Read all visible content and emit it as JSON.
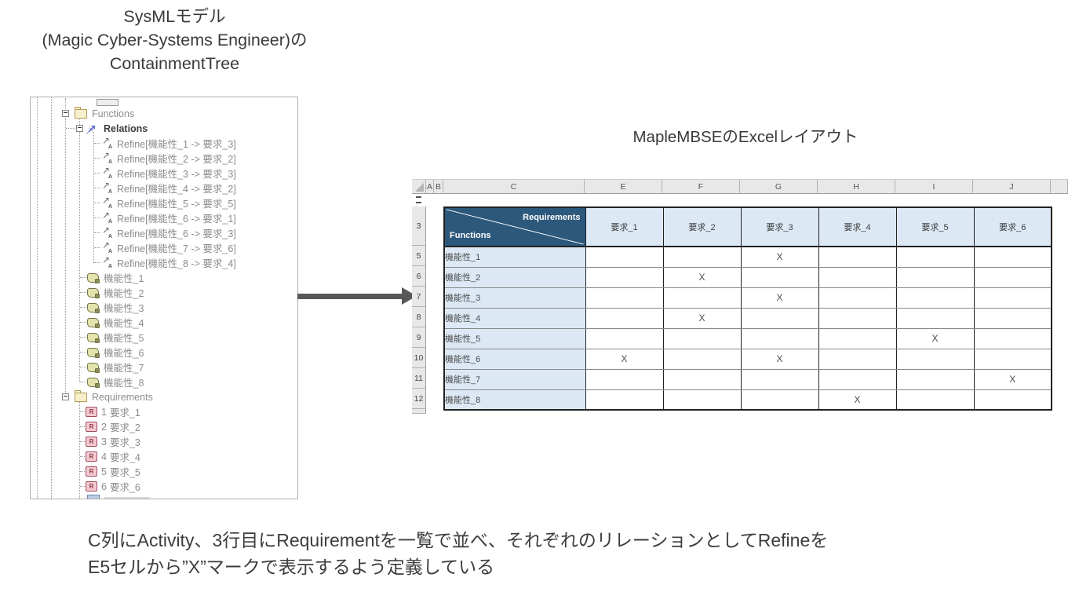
{
  "left_title": {
    "line1": "SysMLモデル",
    "line2": "(Magic Cyber-Systems Engineer)の",
    "line3": "ContainmentTree"
  },
  "right_title": "MapleMBSEのExcelレイアウト",
  "caption": {
    "line1": "C列にActivity、3行目にRequirementを一覧で並べ、それぞれのリレーションとしてRefineを",
    "line2": "E5セルから”X”マークで表示するよう定義している"
  },
  "tree": {
    "functions_label": "Functions",
    "relations_label": "Relations",
    "refine_items": [
      "Refine[機能性_1 -> 要求_3]",
      "Refine[機能性_2 -> 要求_2]",
      "Refine[機能性_3 -> 要求_3]",
      "Refine[機能性_4 -> 要求_2]",
      "Refine[機能性_5 -> 要求_5]",
      "Refine[機能性_6 -> 要求_1]",
      "Refine[機能性_6 -> 要求_3]",
      "Refine[機能性_7 -> 要求_6]",
      "Refine[機能性_8 -> 要求_4]"
    ],
    "activity_items": [
      "機能性_1",
      "機能性_2",
      "機能性_3",
      "機能性_4",
      "機能性_5",
      "機能性_6",
      "機能性_7",
      "機能性_8"
    ],
    "requirements_label": "Requirements",
    "requirement_items": [
      {
        "num": "1",
        "label": "要求_1"
      },
      {
        "num": "2",
        "label": "要求_2"
      },
      {
        "num": "3",
        "label": "要求_3"
      },
      {
        "num": "4",
        "label": "要求_4"
      },
      {
        "num": "5",
        "label": "要求_5"
      },
      {
        "num": "6",
        "label": "要求_6"
      }
    ],
    "requirement_icon_letter": "R"
  },
  "spreadsheet": {
    "column_headers": [
      "A",
      "B",
      "C",
      "E",
      "F",
      "G",
      "H",
      "I",
      "J"
    ],
    "row_headers": [
      "3",
      "5",
      "6",
      "7",
      "8",
      "9",
      "10",
      "11",
      "12"
    ],
    "matrix_header": {
      "top_right": "Requirements",
      "bottom_left": "Functions"
    },
    "requirement_columns": [
      "要求_1",
      "要求_2",
      "要求_3",
      "要求_4",
      "要求_5",
      "要求_6"
    ],
    "mark_symbol": "X",
    "rows": [
      {
        "label": "機能性_1",
        "marks": [
          "",
          "",
          "X",
          "",
          "",
          ""
        ]
      },
      {
        "label": "機能性_2",
        "marks": [
          "",
          "X",
          "",
          "",
          "",
          ""
        ]
      },
      {
        "label": "機能性_3",
        "marks": [
          "",
          "",
          "X",
          "",
          "",
          ""
        ]
      },
      {
        "label": "機能性_4",
        "marks": [
          "",
          "X",
          "",
          "",
          "",
          ""
        ]
      },
      {
        "label": "機能性_5",
        "marks": [
          "",
          "",
          "",
          "",
          "X",
          ""
        ]
      },
      {
        "label": "機能性_6",
        "marks": [
          "X",
          "",
          "X",
          "",
          "",
          ""
        ]
      },
      {
        "label": "機能性_7",
        "marks": [
          "",
          "",
          "",
          "",
          "",
          "X"
        ]
      },
      {
        "label": "機能性_8",
        "marks": [
          "",
          "",
          "",
          "X",
          "",
          ""
        ]
      }
    ]
  },
  "colors": {
    "matrix_header_bg": "#2C587C",
    "matrix_header_text": "#FFFFFF",
    "requirement_column_tint": "#DCE9F5",
    "excel_chrome_bg": "#E8E8E8",
    "flow_arrow": "#575757",
    "folder_icon_bg": "#F6F0CB",
    "folder_icon_border": "#B59A55",
    "relations_arrow": "#5A6CC0",
    "activity_icon_bg": "#E3E3AC",
    "activity_icon_border": "#73734A",
    "requirement_icon_bg": "#F5C9D0",
    "requirement_icon_border": "#9C4F60",
    "x_mark": "#4C4C4C",
    "tree_text": "#8C8C8C"
  },
  "icons": {
    "folder-icon": "folder",
    "relations-arrow-icon": "↗",
    "refine-arrow-icon": "↗A",
    "activity-icon": "rounded-scroll",
    "requirement-icon": "R-box",
    "expand-toggle-icon": "−",
    "select-all-corner-icon": "◢",
    "flow-arrow-icon": "→"
  }
}
